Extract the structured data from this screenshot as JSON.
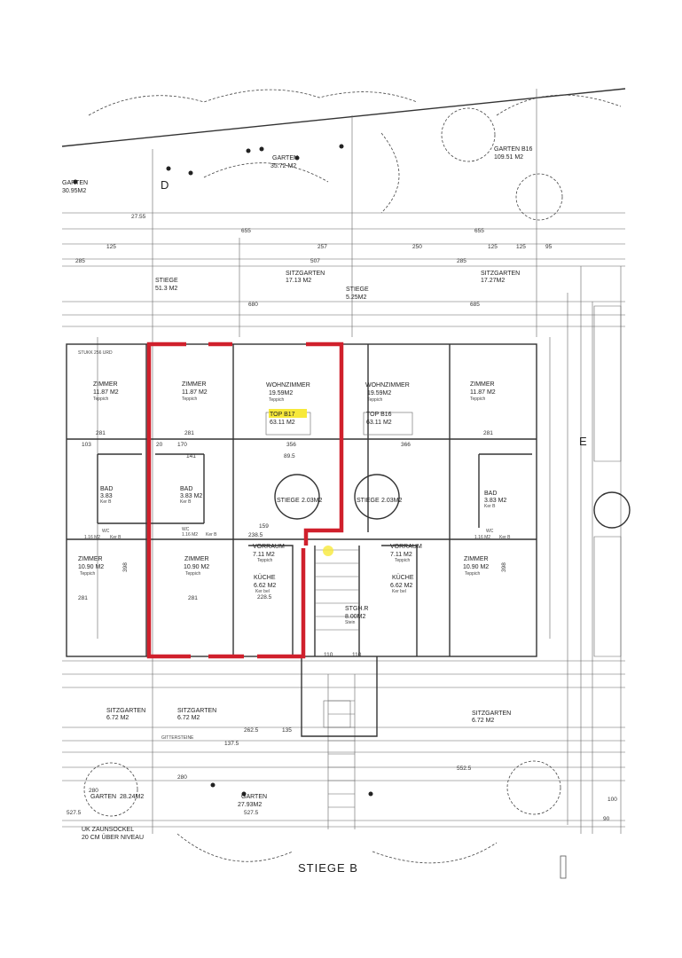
{
  "plan": {
    "title": "STIEGE B",
    "highlight_color": "#d0202c",
    "label_highlight_color": "#f7e93a",
    "gardens": [
      {
        "name": "GARTEN",
        "area": "30.95M2"
      },
      {
        "name": "GARTEN",
        "area": "35.72 M2"
      },
      {
        "name": "GARTEN B16",
        "area": "109.51 M2"
      },
      {
        "name": "GARTEN",
        "area": "28.24M2"
      },
      {
        "name": "GARTEN",
        "area": "27.93M2"
      }
    ],
    "sitzgarten": [
      {
        "name": "SITZGARTEN",
        "area": "17.13 M2"
      },
      {
        "name": "SITZGARTEN",
        "area": "17.27M2"
      },
      {
        "name": "SITZGARTEN",
        "area": "6.72 M2"
      },
      {
        "name": "SITZGARTEN",
        "area": "6.72 M2"
      },
      {
        "name": "SITZGARTEN",
        "area": "6.72 M2"
      }
    ],
    "outer_stairs": [
      {
        "name": "STIEGE",
        "area": "51.3 M2"
      },
      {
        "name": "STIEGE",
        "area": "5.25M2"
      }
    ],
    "rooms": [
      {
        "name": "ZIMMER",
        "area": "11.87 M2",
        "floor": "Teppich"
      },
      {
        "name": "ZIMMER",
        "area": "11.87 M2",
        "floor": "Teppich"
      },
      {
        "name": "WOHNZIMMER",
        "area": "19.59M2",
        "floor": "Teppich"
      },
      {
        "name": "WOHNZIMMER",
        "area": "19.59M2",
        "floor": "Teppich"
      },
      {
        "name": "ZIMMER",
        "area": "11.87 M2",
        "floor": "Teppich"
      },
      {
        "name": "BAD",
        "area": "3.83",
        "floor": "Ker B"
      },
      {
        "name": "BAD",
        "area": "3.83 M2",
        "floor": "Ker B"
      },
      {
        "name": "BAD",
        "area": "3.83 M2",
        "floor": "Ker B"
      },
      {
        "name": "WC",
        "area": "1.16 M2",
        "floor": "Ker B"
      },
      {
        "name": "WC",
        "area": "1.16 M2",
        "floor": "Ker B"
      },
      {
        "name": "WC",
        "area": "1.16 M2",
        "floor": "Ker B"
      },
      {
        "name": "STIEGE",
        "area": "2.03M2",
        "floor": ""
      },
      {
        "name": "STIEGE",
        "area": "2.03M2",
        "floor": ""
      },
      {
        "name": "VORRAUM",
        "area": "7.11 M2",
        "floor": "Teppich"
      },
      {
        "name": "VORRAUM",
        "area": "7.11 M2",
        "floor": "Teppich"
      },
      {
        "name": "ZIMMER",
        "area": "10.90 M2",
        "floor": "Teppich"
      },
      {
        "name": "ZIMMER",
        "area": "10.90 M2",
        "floor": "Teppich"
      },
      {
        "name": "KÜCHE",
        "area": "6.62 M2",
        "floor": "Ker bel"
      },
      {
        "name": "KÜCHE",
        "area": "6.62 M2",
        "floor": "Ker bel"
      },
      {
        "name": "ZIMMER",
        "area": "10.90 M2",
        "floor": "Teppich"
      },
      {
        "name": "STGH.R",
        "area": "8.00M2",
        "floor": "Stein"
      }
    ],
    "units": [
      {
        "label": "TOP B17",
        "area": "63.11 M2"
      },
      {
        "label": "TOP B16",
        "area": "63.11 M2"
      }
    ],
    "notes": [
      "UK ZAUNSOCKEL",
      "20 CM ÜBER NIVEAU",
      "GITTERSTEINE",
      "STUKK 256 URD"
    ],
    "markers": [
      "D",
      "E"
    ],
    "dimensions": [
      "655",
      "655",
      "125",
      "125",
      "285",
      "285",
      "507",
      "257",
      "250",
      "125",
      "95",
      "27.55",
      "680",
      "685",
      "281",
      "281",
      "281",
      "281",
      "281",
      "103",
      "170",
      "20",
      "366",
      "356",
      "141",
      "89.5",
      "159",
      "238.5",
      "228.5",
      "398",
      "398",
      "110",
      "110",
      "527.5",
      "527.5",
      "280",
      "280",
      "262.5",
      "135",
      "137.5",
      "552.5",
      "100",
      "90"
    ]
  }
}
